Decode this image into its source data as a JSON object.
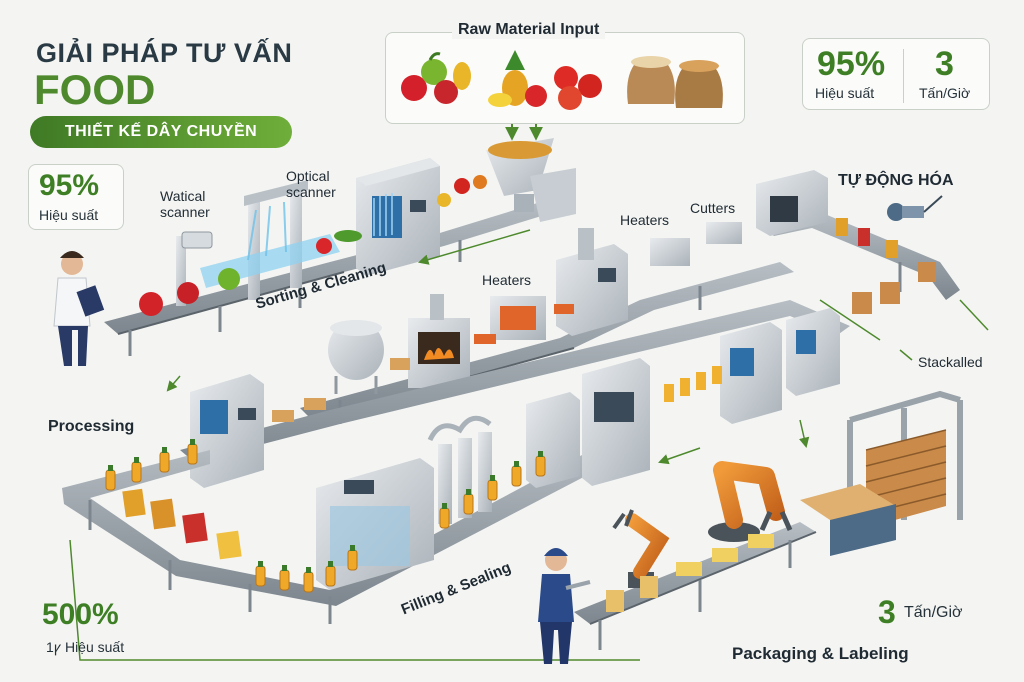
{
  "header": {
    "title_line1": "GIẢI PHÁP TƯ VẤN",
    "title_line2": "FOOD",
    "pill": "THIẾT KẾ DÂY CHUYỀN"
  },
  "stats": {
    "top_right_pct": "95%",
    "top_right_pct_label": "Hiệu suất",
    "top_right_rate": "3",
    "top_right_rate_label": "Tấn/Giờ",
    "left_pct": "95%",
    "left_pct_label": "Hiệu suất",
    "bottom_left_pct": "500%",
    "bottom_left_label": "1ꝩ Hiệu suất",
    "bottom_right_rate": "3",
    "bottom_right_rate_label": "Tấn/Giờ"
  },
  "stages": {
    "raw_input": "Raw Material Input",
    "automation": "TỰ ĐỘNG HÓA",
    "watical_scanner": "Watical\nscanner",
    "optical_scanner": "Optical\nscanner",
    "heaters_top": "Heaters",
    "cutters": "Cutters",
    "heaters_mid": "Heaters",
    "sorting_cleaning": "Sorting & Cleaning",
    "stackalled": "Stackalled",
    "processing": "Processing",
    "filling_sealing": "Filling & Sealing",
    "packaging_labeling": "Packaging & Labeling"
  },
  "colors": {
    "accent_green": "#4e8a2d",
    "machine_steel": "#c7cdd2",
    "robot_orange": "#e07a20",
    "conveyor": "#8e979e"
  }
}
